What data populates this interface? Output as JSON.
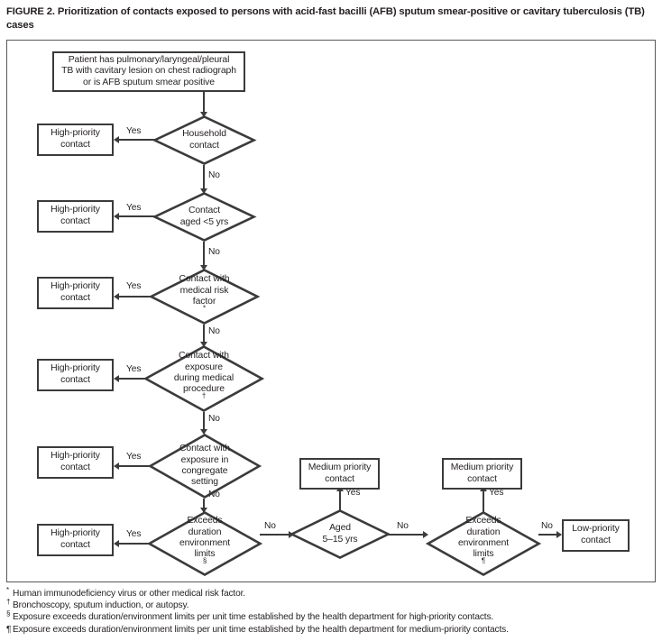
{
  "caption": {
    "label": "FIGURE 2.",
    "text": "FIGURE 2. Prioritization of contacts exposed to persons with acid-fast bacilli (AFB) sputum smear-positive or cavitary tuberculosis (TB)  cases"
  },
  "nodes": {
    "start": "Patient has pulmonary/laryngeal/pleural TB with cavitary lesion on chest radiograph or is AFB sputum smear positive",
    "start_lines": [
      "Patient has pulmonary/laryngeal/pleural",
      "TB with cavitary lesion on chest radiograph",
      "or is AFB sputum smear positive"
    ],
    "high_priority_1": "High-priority contact",
    "high_priority_2": "High-priority contact",
    "high_priority_3": "High-priority contact",
    "high_priority_4": "High-priority contact",
    "high_priority_5": "High-priority contact",
    "high_priority_6": "High-priority contact",
    "medium_priority_1": "Medium priority contact",
    "medium_priority_2": "Medium priority contact",
    "low_priority": "Low-priority contact",
    "decision_household": "Household contact",
    "decision_aged_under5": "Contact aged <5 yrs",
    "decision_medical_risk": "Contact with medical risk factor*",
    "decision_medical_procedure": "Contact with exposure during medical procedure†",
    "decision_congregate": "Contact with exposure in congregate setting",
    "decision_limits_high": "Exceeds duration environment limits§",
    "decision_aged_5_15": "Aged 5–15 yrs",
    "decision_limits_medium": "Exceeds duration environment limits¶"
  },
  "node_lines": {
    "high_priority": [
      "High-priority",
      "contact"
    ],
    "medium_priority": [
      "Medium priority",
      "contact"
    ],
    "low_priority": [
      "Low-priority",
      "contact"
    ],
    "decision_household": [
      "Household",
      "contact"
    ],
    "decision_aged_under5": [
      "Contact",
      "aged <5 yrs"
    ],
    "decision_medical_risk": [
      "Contact with",
      "medical risk",
      "factor"
    ],
    "decision_medical_procedure": [
      "Contact with",
      "exposure",
      "during medical",
      "procedure"
    ],
    "decision_congregate": [
      "Contact with",
      "exposure in",
      "congregate",
      "setting"
    ],
    "decision_limits": [
      "Exceeds",
      "duration",
      "environment",
      "limits"
    ],
    "decision_aged_5_15": [
      "Aged",
      "5–15 yrs"
    ]
  },
  "markers": {
    "asterisk": "*",
    "dagger": "†",
    "section": "§",
    "pilcrow": "¶"
  },
  "edges": {
    "yes": "Yes",
    "no": "No"
  },
  "footnotes": [
    {
      "mark": "*",
      "text": "Human immunodeficiency virus or other medical risk factor."
    },
    {
      "mark": "†",
      "text": "Bronchoscopy, sputum induction, or autopsy."
    },
    {
      "mark": "§",
      "text": "Exposure exceeds duration/environment limits per unit time established by the health department for high-priority contacts."
    },
    {
      "mark": "¶",
      "text": "Exposure exceeds duration/environment limits per unit time established by the health department for medium-priority contacts."
    }
  ],
  "colors": {
    "stroke": "#3b3a3c",
    "frame": "#58595b",
    "text": "#231f20",
    "background": "#ffffff"
  }
}
